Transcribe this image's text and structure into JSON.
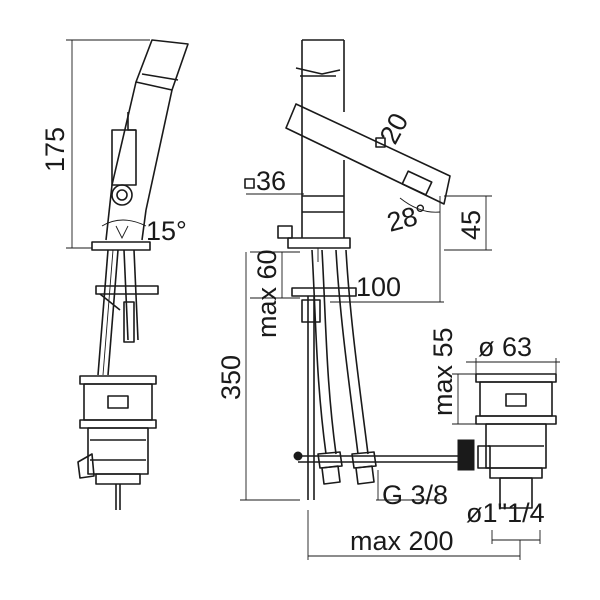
{
  "labels": {
    "height_175": "175",
    "angle_15": "15°",
    "square_20": "20",
    "square_36": "36",
    "angle_28": "28°",
    "height_45": "45",
    "reach_100": "100",
    "max_60": "max 60",
    "height_350": "350",
    "diameter_63": "ø 63",
    "max_55": "max 55",
    "thread_g38": "G 3/8",
    "waste_114": "ø1\"1/4",
    "max_200": "max 200"
  }
}
